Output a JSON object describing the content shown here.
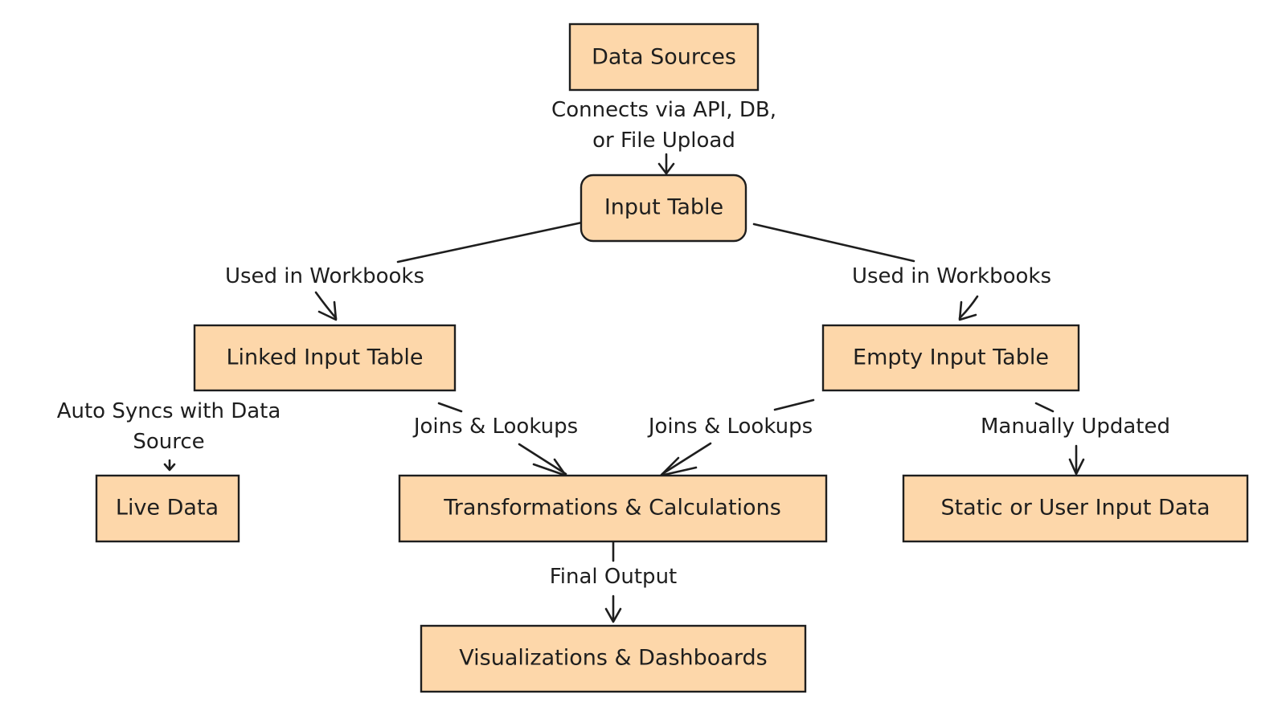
{
  "nodes": {
    "data_sources": "Data Sources",
    "input_table": "Input Table",
    "linked_input_table": "Linked Input Table",
    "empty_input_table": "Empty Input Table",
    "live_data": "Live Data",
    "transformations": "Transformations & Calculations",
    "static_data": "Static or User Input Data",
    "visualizations": "Visualizations & Dashboards"
  },
  "edges": {
    "connects_line1": "Connects via API, DB,",
    "connects_line2": "or File Upload",
    "used_in_workbooks_left": "Used in Workbooks",
    "used_in_workbooks_right": "Used in Workbooks",
    "auto_syncs_line1": "Auto Syncs with Data",
    "auto_syncs_line2": "Source",
    "joins_left": "Joins & Lookups",
    "joins_right": "Joins & Lookups",
    "manually_updated": "Manually Updated",
    "final_output": "Final Output"
  },
  "colors": {
    "node_fill": "#fdd7aa",
    "stroke": "#1e1e1e"
  }
}
